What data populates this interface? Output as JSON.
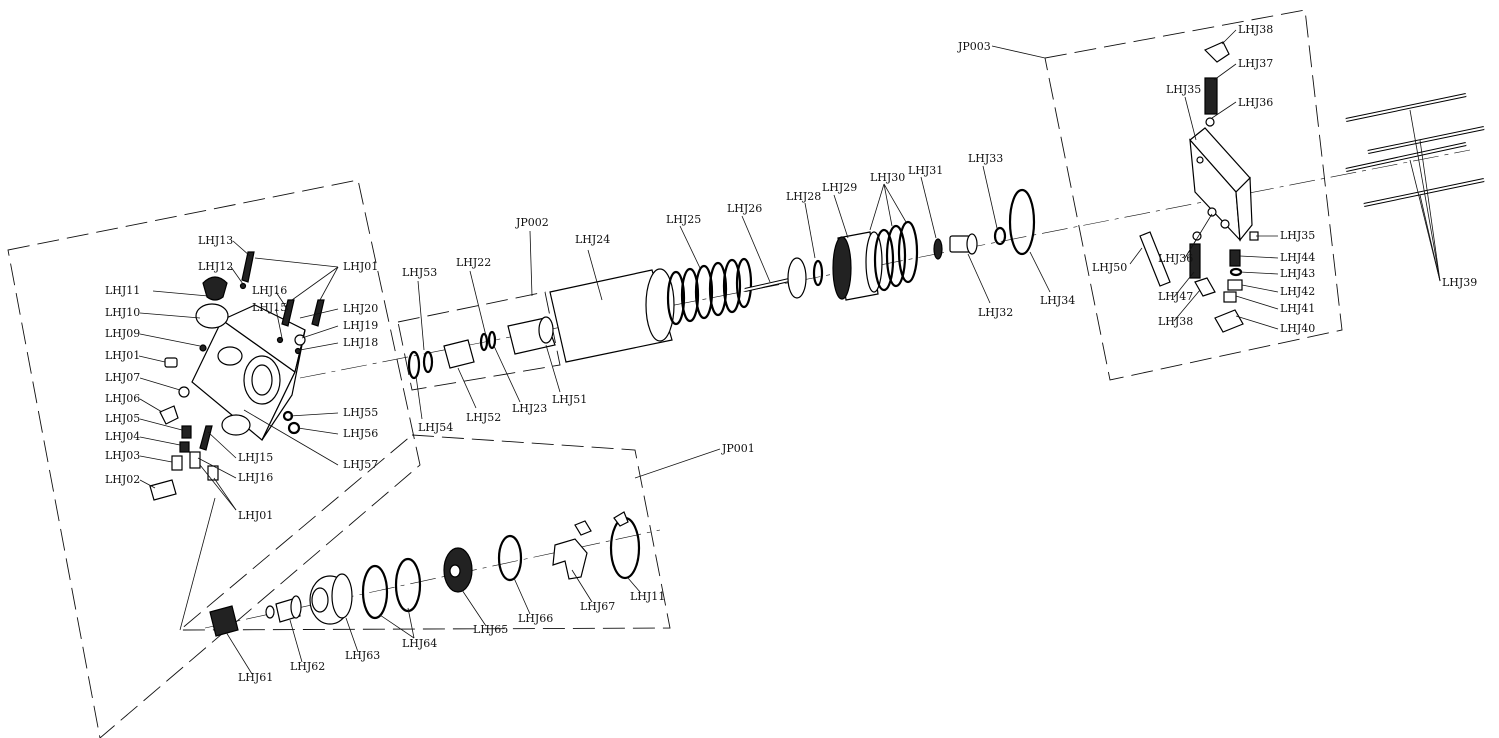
{
  "labels": {
    "lhj01": "LHJ01",
    "lhj02": "LHJ02",
    "lhj03": "LHJ03",
    "lhj04": "LHJ04",
    "lhj05": "LHJ05",
    "lhj06": "LHJ06",
    "lhj07": "LHJ07",
    "lhj09": "LHJ09",
    "lhj10": "LHJ10",
    "lhj11": "LHJ11",
    "lhj12": "LHJ12",
    "lhj13": "LHJ13",
    "lhj15": "LHJ15",
    "lhj16": "LHJ16",
    "lhj18": "LHJ18",
    "lhj19": "LHJ19",
    "lhj20": "LHJ20",
    "lhj22": "LHJ22",
    "lhj23": "LHJ23",
    "lhj24": "LHJ24",
    "lhj25": "LHJ25",
    "lhj26": "LHJ26",
    "lhj28": "LHJ28",
    "lhj29": "LHJ29",
    "lhj30": "LHJ30",
    "lhj31": "LHJ31",
    "lhj32": "LHJ32",
    "lhj33": "LHJ33",
    "lhj34": "LHJ34",
    "lhj35": "LHJ35",
    "lhj36": "LHJ36",
    "lhj37": "LHJ37",
    "lhj38": "LHJ38",
    "lhj39": "LHJ39",
    "lhj40": "LHJ40",
    "lhj41": "LHJ41",
    "lhj42": "LHJ42",
    "lhj43": "LHJ43",
    "lhj44": "LHJ44",
    "lhj47": "LHJ47",
    "lhj50": "LHJ50",
    "lhj51": "LHJ51",
    "lhj52": "LHJ52",
    "lhj53": "LHJ53",
    "lhj54": "LHJ54",
    "lhj55": "LHJ55",
    "lhj56": "LHJ56",
    "lhj57": "LHJ57",
    "lhj61": "LHJ61",
    "lhj62": "LHJ62",
    "lhj63": "LHJ63",
    "lhj64": "LHJ64",
    "lhj65": "LHJ65",
    "lhj66": "LHJ66",
    "lhj67": "LHJ67"
  },
  "groups": {
    "jp001": "JP001",
    "jp002": "JP002",
    "jp003": "JP003"
  }
}
